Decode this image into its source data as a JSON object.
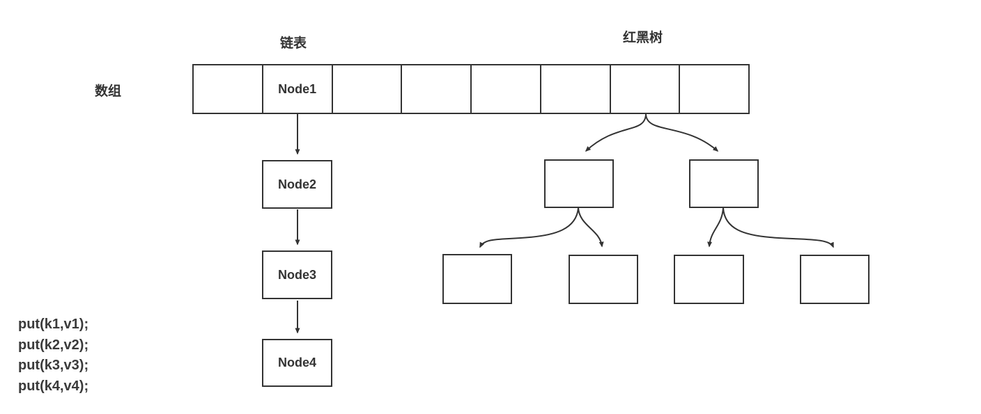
{
  "titles": {
    "linked_list": "链表",
    "red_black_tree": "红黑树",
    "array": "数组"
  },
  "array": {
    "cells": [
      "",
      "Node1",
      "",
      "",
      "",
      "",
      "",
      ""
    ]
  },
  "linked_list_nodes": [
    "Node2",
    "Node3",
    "Node4"
  ],
  "tree": {
    "internal_nodes": [
      "",
      ""
    ],
    "leaf_nodes": [
      "",
      "",
      "",
      ""
    ]
  },
  "code_lines": [
    "put(k1,v1);",
    "put(k2,v2);",
    "put(k3,v3);",
    "put(k4,v4);"
  ],
  "colors": {
    "stroke": "#333333",
    "text": "#333333",
    "background": "#ffffff"
  }
}
